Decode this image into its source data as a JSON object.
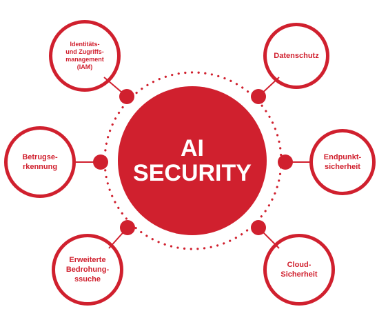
{
  "colors": {
    "primary": "#d0202e",
    "background": "#ffffff"
  },
  "center": {
    "line1": "AI",
    "line2": "SECURITY"
  },
  "nodes": [
    {
      "label": "Identitäts-\nund Zugriffs-\nmanagement\n(IAM)"
    },
    {
      "label": "Datenschutz"
    },
    {
      "label": "Betrugse-\nrkennung"
    },
    {
      "label": "Endpunkt-\nsicherheit"
    },
    {
      "label": "Erweiterte\nBedrohung-\nssuche"
    },
    {
      "label": "Cloud-\nSicherheit"
    }
  ]
}
